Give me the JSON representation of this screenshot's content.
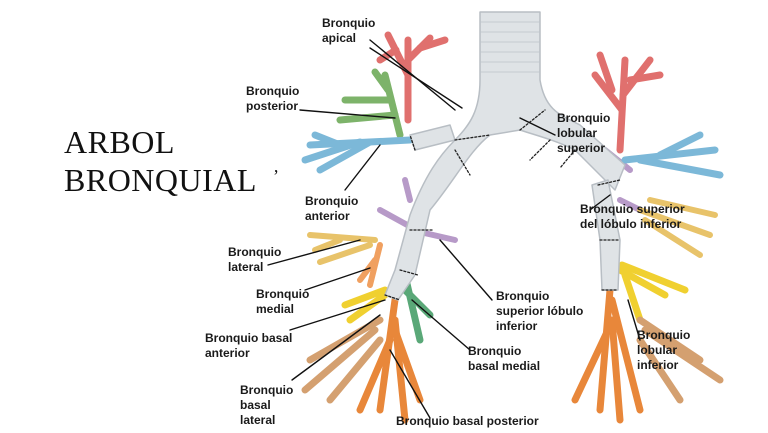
{
  "title": {
    "line1": "ARBOL",
    "line2": "BRONQUIAL",
    "mark": "’"
  },
  "labels": {
    "apical": "Bronquio\napical",
    "posterior": "Bronquio\nposterior",
    "anterior": "Bronquio\nanterior",
    "lateral": "Bronquio\nlateral",
    "medial": "Bronquio\nmedial",
    "basal_anterior": "Bronquio basal\nanterior",
    "basal_lateral": "Bronquio\nbasal\nlateral",
    "basal_posterior": "Bronquio basal posterior",
    "basal_medial": "Bronquio\nbasal medial",
    "superior_lobulo_inferior": "Bronquio\nsuperior lóbulo\ninferior",
    "lobular_superior": "Bronquio\nlobular\nsuperior",
    "superior_del_lobulo_inferior": "Bronquio superior\ndel lóbulo inferior",
    "lobular_inferior": "Bronquio\nlobular\ninferior"
  },
  "colors": {
    "trachea": "#dfe3e6",
    "apical": "#e0706e",
    "posterior": "#7db36a",
    "anterior": "#7cb8d8",
    "lateral": "#e8c36a",
    "medial": "#f0a060",
    "basal_anterior": "#f0d030",
    "basal_medial": "#5aa878",
    "basal_posterior": "#e8873a",
    "basal_lateral": "#d4a070",
    "superior_inferior": "#b79ac8"
  }
}
